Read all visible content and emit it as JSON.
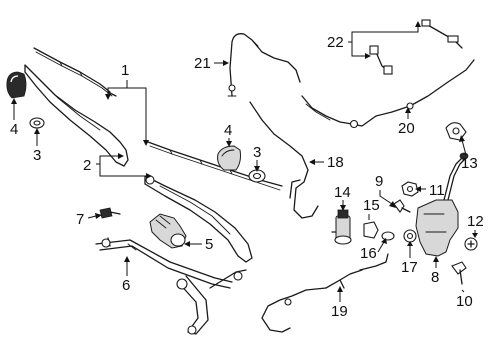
{
  "diagram": {
    "callouts": {
      "c1": "1",
      "c2": "2",
      "c3a": "3",
      "c3b": "3",
      "c4a": "4",
      "c4b": "4",
      "c5": "5",
      "c6": "6",
      "c7": "7",
      "c8": "8",
      "c9": "9",
      "c10": "10",
      "c11": "11",
      "c12": "12",
      "c13": "13",
      "c14": "14",
      "c15": "15",
      "c16": "16",
      "c17": "17",
      "c18": "18",
      "c19": "19",
      "c20": "20",
      "c21": "21",
      "c22": "22"
    }
  }
}
